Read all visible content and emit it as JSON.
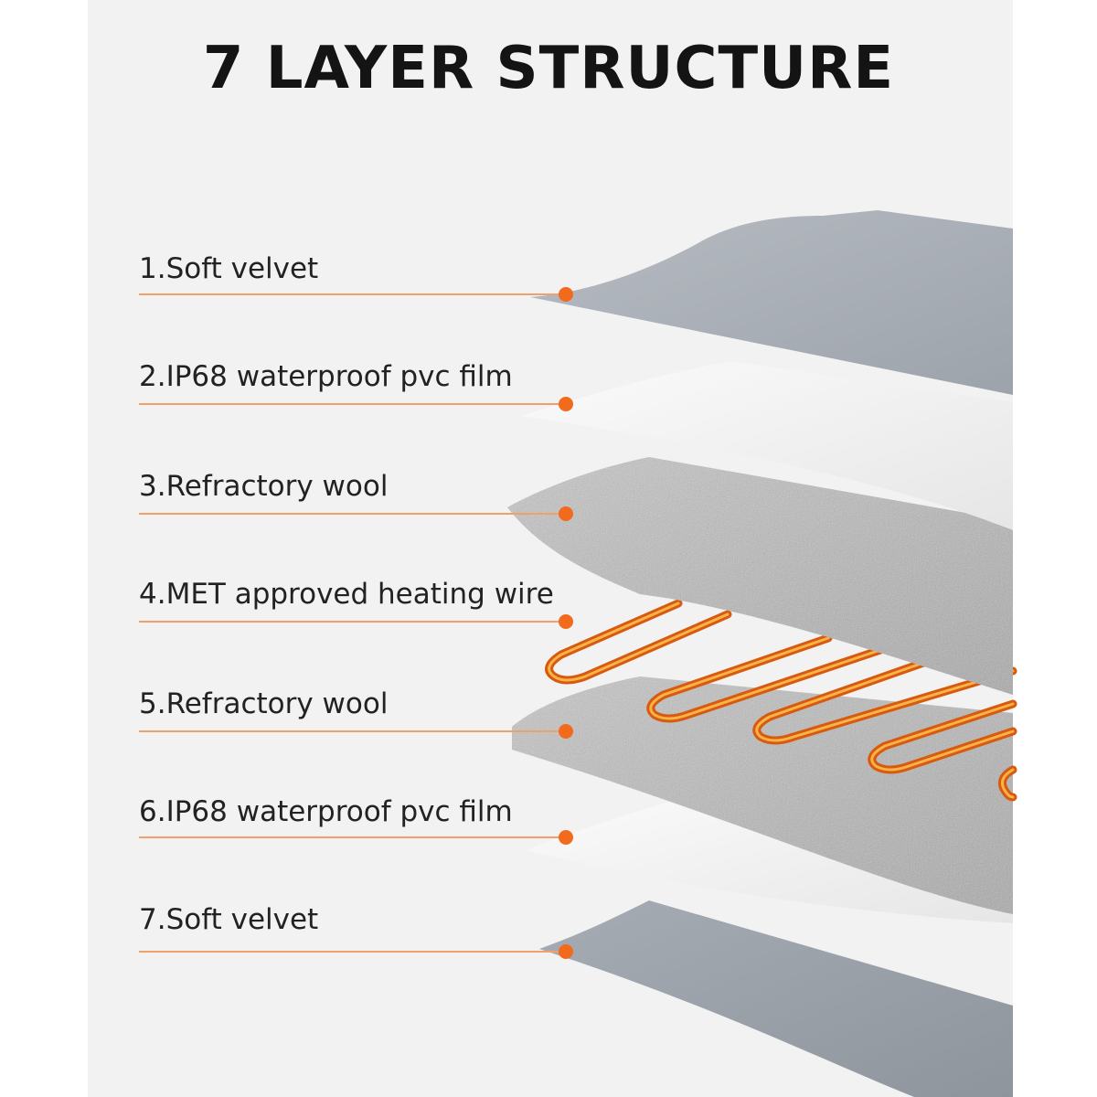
{
  "page": {
    "title": "7 LAYER STRUCTURE",
    "accent_color": "#f26b1d"
  },
  "layers": [
    {
      "label": "1.Soft velvet"
    },
    {
      "label": "2.IP68 waterproof pvc film"
    },
    {
      "label": "3.Refractory wool"
    },
    {
      "label": "4.MET approved heating wire"
    },
    {
      "label": "5.Refractory wool"
    },
    {
      "label": "6.IP68 waterproof pvc film"
    },
    {
      "label": "7.Soft velvet"
    }
  ]
}
